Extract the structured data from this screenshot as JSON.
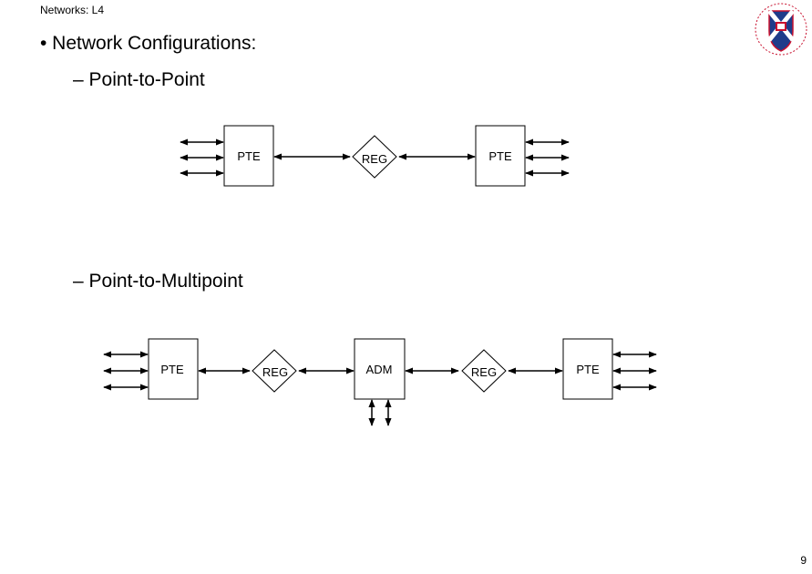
{
  "header": {
    "title": "Networks: L4"
  },
  "bullet": {
    "text": "• Network Configurations:"
  },
  "sections": [
    {
      "title": "– Point-to-Point"
    },
    {
      "title": "– Point-to-Multipoint"
    }
  ],
  "nodes": {
    "p2p_pte_left": "PTE",
    "p2p_reg": "REG",
    "p2p_pte_right": "PTE",
    "p2m_pte_left": "PTE",
    "p2m_reg_left": "REG",
    "p2m_adm": "ADM",
    "p2m_reg_right": "REG",
    "p2m_pte_right": "PTE"
  },
  "icons": {
    "logo": "university-crest-icon"
  },
  "colors": {
    "crest_red": "#c8102e",
    "crest_blue": "#1f3c8a"
  },
  "page_number": "9"
}
